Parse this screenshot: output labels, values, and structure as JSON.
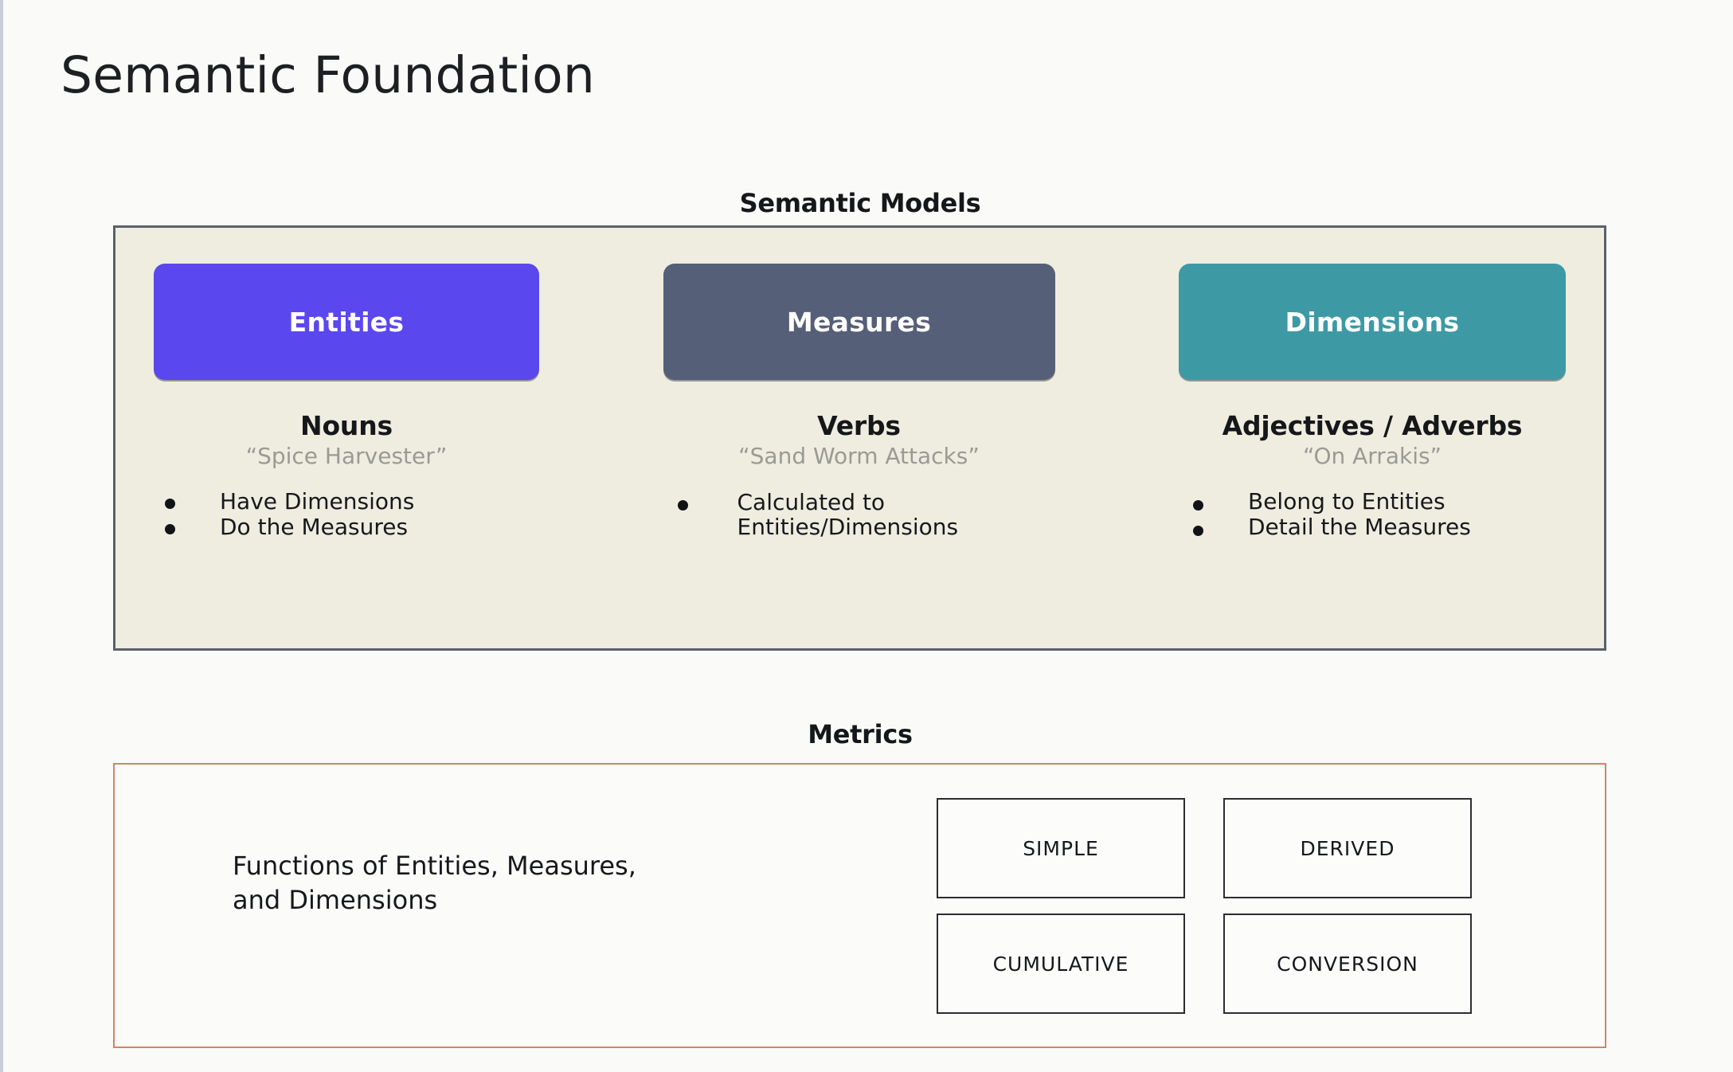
{
  "page": {
    "title": "Semantic Foundation",
    "background_color": "#fafbf8"
  },
  "semantic_models": {
    "heading": "Semantic Models",
    "panel_bg": "#efeddf",
    "panel_border": "#5a606b",
    "columns": [
      {
        "pill_label": "Entities",
        "pill_color": "#5b47ee",
        "part_of_speech": "Nouns",
        "example": "“Spice Harvester”",
        "bullets": [
          "Have Dimensions",
          "Do the Measures"
        ]
      },
      {
        "pill_label": "Measures",
        "pill_color": "#565f78",
        "part_of_speech": "Verbs",
        "example": "“Sand Worm Attacks”",
        "bullets": [
          "Calculated to\nEntities/Dimensions"
        ]
      },
      {
        "pill_label": "Dimensions",
        "pill_color": "#3d9aa5",
        "part_of_speech": "Adjectives / Adverbs",
        "example": "“On Arrakis”",
        "bullets": [
          "Belong to Entities",
          "Detail the Measures"
        ]
      }
    ]
  },
  "metrics": {
    "heading": "Metrics",
    "panel_border": "#d4826a",
    "description": "Functions of Entities, Measures,\nand Dimensions",
    "types": [
      "SIMPLE",
      "DERIVED",
      "CUMULATIVE",
      "CONVERSION"
    ]
  }
}
